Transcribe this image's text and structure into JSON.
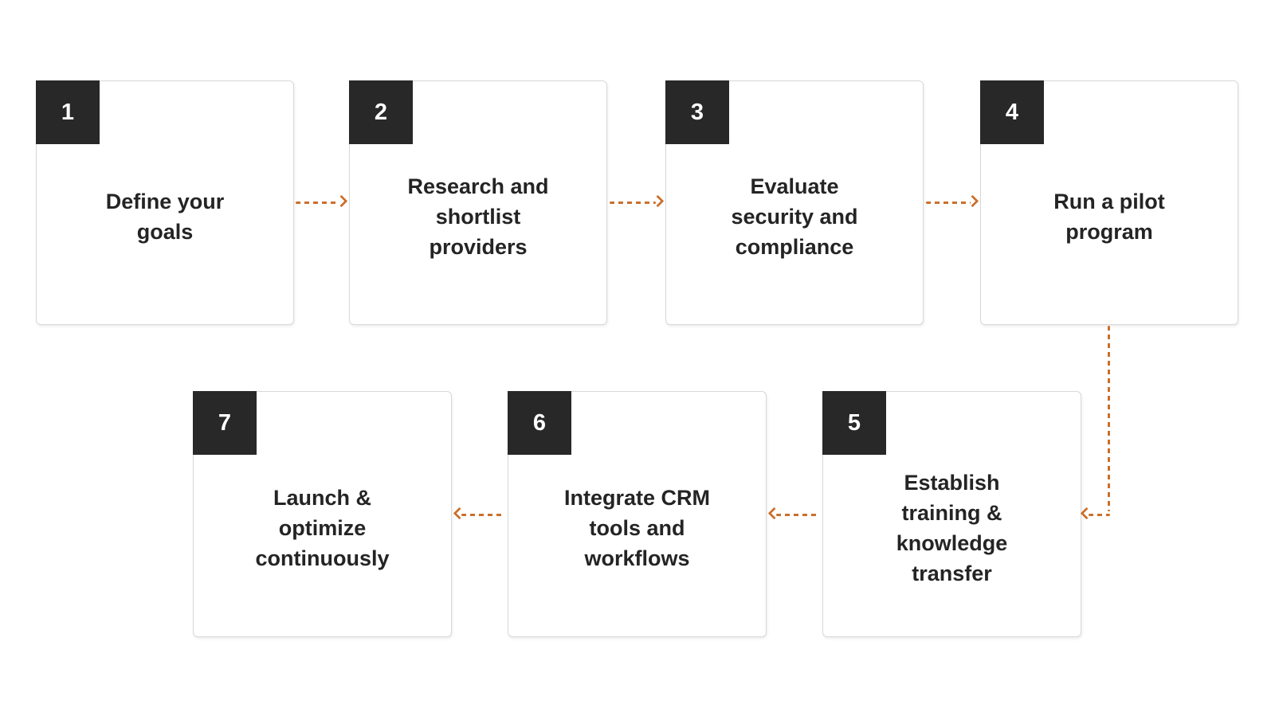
{
  "diagram": {
    "type": "process-flow",
    "steps": [
      {
        "number": "1",
        "label": "Define your goals"
      },
      {
        "number": "2",
        "label": "Research and shortlist providers"
      },
      {
        "number": "3",
        "label": "Evaluate security and compliance"
      },
      {
        "number": "4",
        "label": "Run a pilot program"
      },
      {
        "number": "5",
        "label": "Establish training & knowledge transfer"
      },
      {
        "number": "6",
        "label": "Integrate CRM tools and workflows"
      },
      {
        "number": "7",
        "label": "Launch & optimize continuously"
      }
    ],
    "connections": [
      {
        "from": "1",
        "to": "2",
        "direction": "right",
        "style": "dashed-arrow"
      },
      {
        "from": "2",
        "to": "3",
        "direction": "right",
        "style": "dashed-arrow"
      },
      {
        "from": "3",
        "to": "4",
        "direction": "right",
        "style": "dashed-arrow"
      },
      {
        "from": "4",
        "to": "5",
        "direction": "down-then-left",
        "style": "dashed-arrow"
      },
      {
        "from": "5",
        "to": "6",
        "direction": "left",
        "style": "dashed-arrow"
      },
      {
        "from": "6",
        "to": "7",
        "direction": "left",
        "style": "dashed-arrow"
      }
    ],
    "colors": {
      "accent": "#cb6f2b",
      "badge_bg": "#282828",
      "badge_text": "#ffffff",
      "box_bg": "#ffffff",
      "box_border": "#d8d8d8",
      "text": "#242424",
      "background": "#ffffff"
    }
  }
}
